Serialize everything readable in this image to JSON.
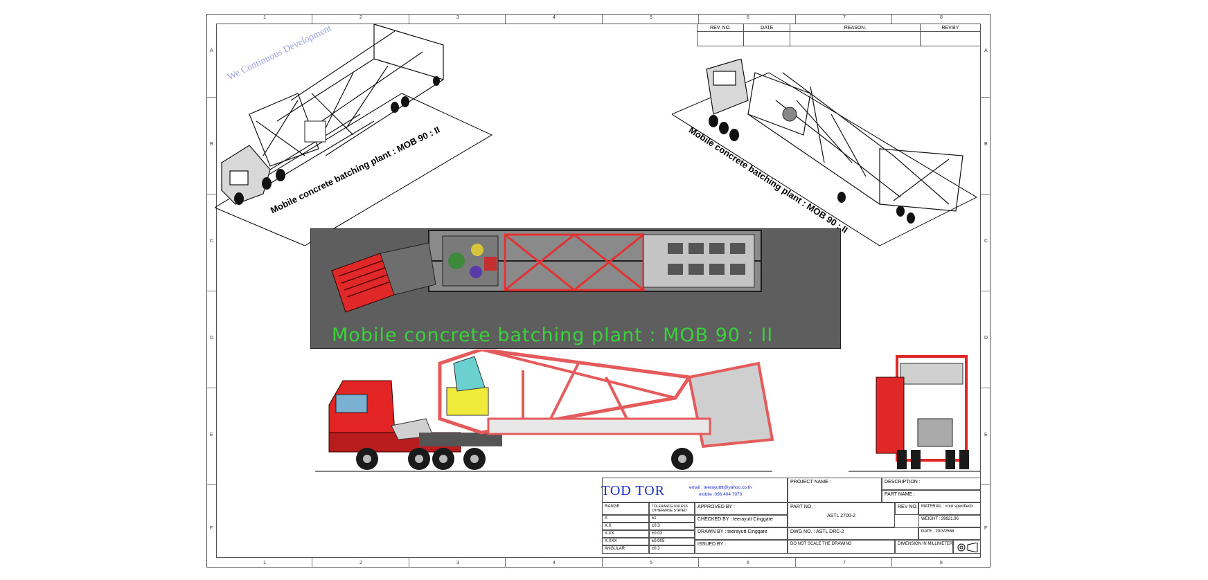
{
  "zones": {
    "columns": [
      "1",
      "2",
      "3",
      "4",
      "5",
      "6",
      "7",
      "8"
    ],
    "rows": [
      "A",
      "B",
      "C",
      "D",
      "E",
      "F"
    ]
  },
  "revision_table": {
    "headers": [
      "REV. NO.",
      "DATE",
      "REASON.",
      "REV.BY"
    ]
  },
  "watermark": "We Continuous Development",
  "iso_label_left": "Mobile concrete batching plant : MOB 90 : II",
  "iso_label_right": "Mobile concrete batching plant : MOB 90 : II",
  "plan_caption": "Mobile concrete batching plant : MOB 90 : II",
  "title_block": {
    "brand": "TOD TOR",
    "email": "email : teerayutttt@yahoo.co.th",
    "mobile": "mobile :096 404 7070",
    "project_name": "PROJECT NAME :",
    "description": "DESCRIPTION :",
    "part_name": "PART NAME :",
    "tolerance_header_left": "RANGE",
    "tolerance_header_right": "TOLERANCE UNLESS OTHERWISE STATED",
    "tolerances": [
      {
        "range": "X",
        "value": "±1"
      },
      {
        "range": "X.X",
        "value": "±0.3"
      },
      {
        "range": "X.XX",
        "value": "±0.03"
      },
      {
        "range": "X.XXX",
        "value": "±0.005"
      },
      {
        "range": "ANGULAR",
        "value": "±0.3"
      }
    ],
    "approved_by": "APPROVED BY :",
    "checked_by": "CHECKED BY : teerayutt Cinggare",
    "drawn_by": "DRAWN BY : teerayutt Cinggare",
    "issued_by": "ISSUED BY :",
    "part_no_label": "PART NO. :",
    "part_no": "ASTL 2700-2",
    "rev_no": "REV NO. :",
    "dwg_no": "DWG NO. : ASTL DRC-2",
    "material": "MATERIAL : <not specified>",
    "weight": "WEIGHT : 39921.96",
    "date": "DATE : 20/3/2568",
    "no_scale": "DO NOT SCALE THE DRAWING",
    "dimensions": "DIMENSION IN MILLIMETERS"
  }
}
